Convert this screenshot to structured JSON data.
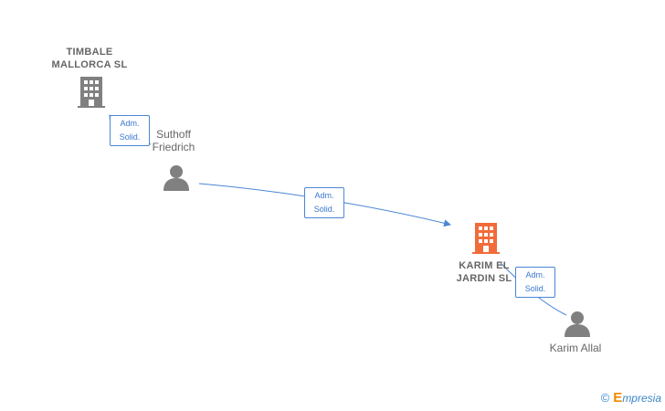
{
  "nodes": {
    "timbale": {
      "line1": "TIMBALE",
      "line2": "MALLORCA  SL",
      "type": "company",
      "color": "#808080"
    },
    "suthoff": {
      "line1": "Suthoff",
      "line2": "Friedrich",
      "type": "person",
      "color": "#808080"
    },
    "karim_el_jardin": {
      "line1": "KARIM EL",
      "line2": "JARDIN  SL",
      "type": "company",
      "color": "#f26b3a"
    },
    "karim_allal": {
      "line1": "Karim Allal",
      "type": "person",
      "color": "#808080"
    }
  },
  "edges": {
    "suthoff_to_timbale": {
      "line1": "Adm.",
      "line2": "Solid."
    },
    "suthoff_to_karim_el_jardin": {
      "line1": "Adm.",
      "line2": "Solid."
    },
    "karim_allal_to_karim_el_jardin": {
      "line1": "Adm.",
      "line2": "Solid."
    }
  },
  "colors": {
    "edge": "#4a86d6",
    "company_main": "#f26b3a",
    "company_other": "#808080",
    "person": "#808080"
  },
  "branding": {
    "copyright": "©",
    "initial": "E",
    "rest": "mpresia"
  }
}
